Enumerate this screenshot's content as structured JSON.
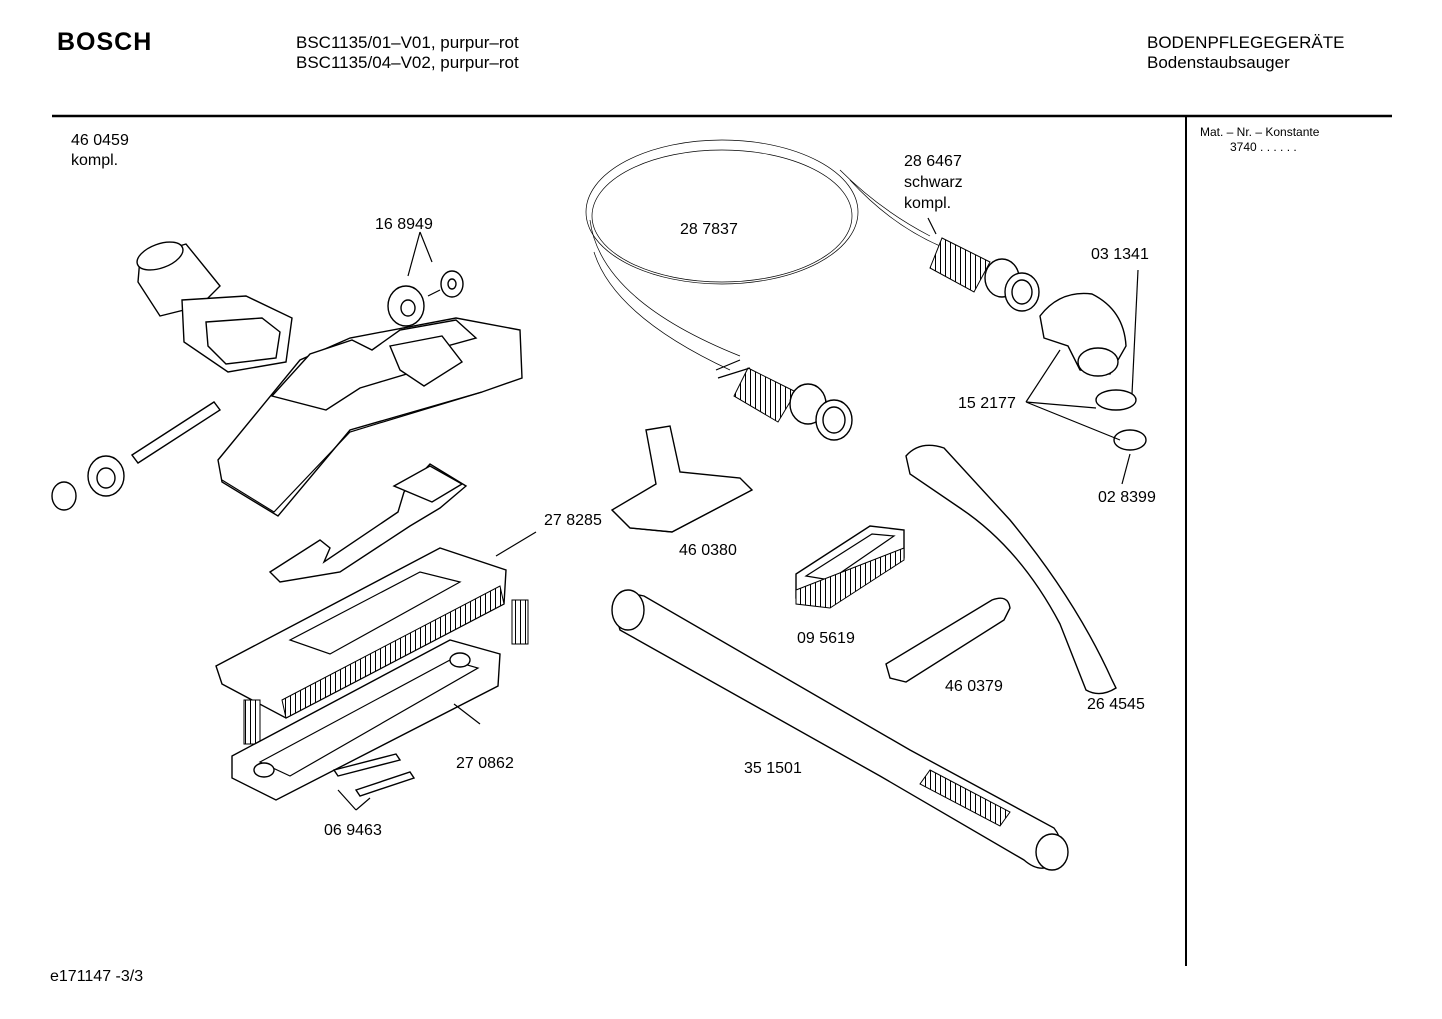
{
  "header": {
    "brand": "BOSCH",
    "models": [
      "BSC1135/01–V01, purpur–rot",
      "BSC1135/04–V02, purpur–rot"
    ],
    "category": "BODENPFLEGEGERÄTE",
    "subcategory": "Bodenstaubsauger"
  },
  "sidebar": {
    "title": "Mat. – Nr. – Konstante",
    "value": "3740  .  .  .  .  .  ."
  },
  "parts": {
    "p460459": "46 0459",
    "p460459_note": "kompl.",
    "p168949": "16 8949",
    "p287837": "28 7837",
    "p286467": "28 6467",
    "p286467_color": "schwarz",
    "p286467_note": "kompl.",
    "p031341": "03 1341",
    "p152177": "15 2177",
    "p028399": "02 8399",
    "p278285": "27 8285",
    "p460380": "46 0380",
    "p095619": "09 5619",
    "p460379": "46 0379",
    "p264545": "26 4545",
    "p270862": "27 0862",
    "p351501": "35 1501",
    "p069463": "06 9463"
  },
  "footer": {
    "doc_id": "e171147 -3/3"
  }
}
